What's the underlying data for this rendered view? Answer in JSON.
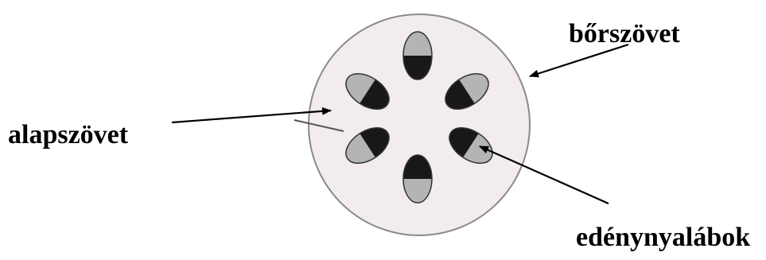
{
  "labels": {
    "epidermis": "bőrszövet",
    "ground_tissue": "alapszövet",
    "vascular_bundles": "edénynyalábok"
  },
  "colors": {
    "background": "#ffffff",
    "stem_fill": "#f3ecec",
    "stem_outline": "#8a8a8a",
    "xylem": "#181818",
    "phloem": "#b4b4b4",
    "arrow": "#000000",
    "text": "#000000"
  },
  "diagram": {
    "bundle_count": 6,
    "arrows": [
      "epidermis",
      "ground_tissue",
      "vascular_bundles"
    ]
  }
}
